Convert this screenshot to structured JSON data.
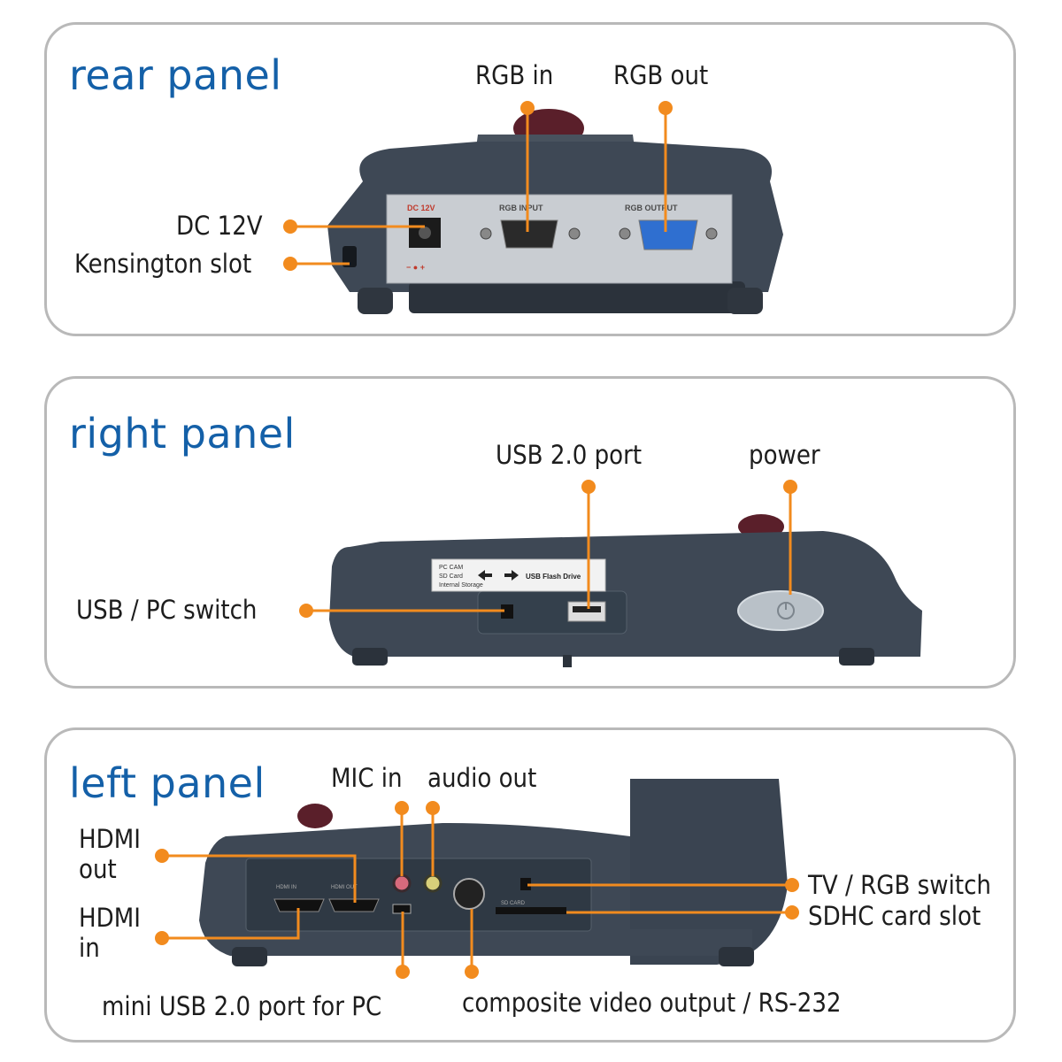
{
  "rear": {
    "title": "rear panel",
    "labels": {
      "rgb_in": "RGB in",
      "rgb_out": "RGB out",
      "dc": "DC 12V",
      "kensington": "Kensington slot"
    },
    "device": {
      "dc_text": "DC 12V",
      "rgb_input_text": "RGB INPUT",
      "rgb_output_text": "RGB OUTPUT",
      "polarity": "− ● +"
    }
  },
  "right": {
    "title": "right panel",
    "labels": {
      "usb_port": "USB 2.0 port",
      "power": "power",
      "usb_pc_switch": "USB / PC switch"
    },
    "device": {
      "sticker_line1": "PC CAM",
      "sticker_line2": "SD Card",
      "sticker_line3": "Internal Storage",
      "sticker_right": "USB Flash Drive"
    }
  },
  "left": {
    "title": "left panel",
    "labels": {
      "mic_in": "MIC in",
      "audio_out": "audio out",
      "hdmi_out_1": "HDMI",
      "hdmi_out_2": "out",
      "hdmi_in_1": "HDMI",
      "hdmi_in_2": "in",
      "tv_rgb": "TV / RGB switch",
      "sdhc": "SDHC card slot",
      "mini_usb": "mini USB 2.0 port for PC",
      "composite": "composite video output / RS-232"
    },
    "device": {
      "hdmi_in_text": "HDMI IN",
      "hdmi_out_text": "HDMI OUT",
      "sd_text": "SD CARD"
    }
  },
  "colors": {
    "title_blue": "#1460a8",
    "leader_orange": "#f28b1e",
    "panel_border": "#b9b9b9",
    "device_body": "#3f4a57",
    "port_panel": "#c9cdd2",
    "vga_blue": "#2f6fd0"
  }
}
